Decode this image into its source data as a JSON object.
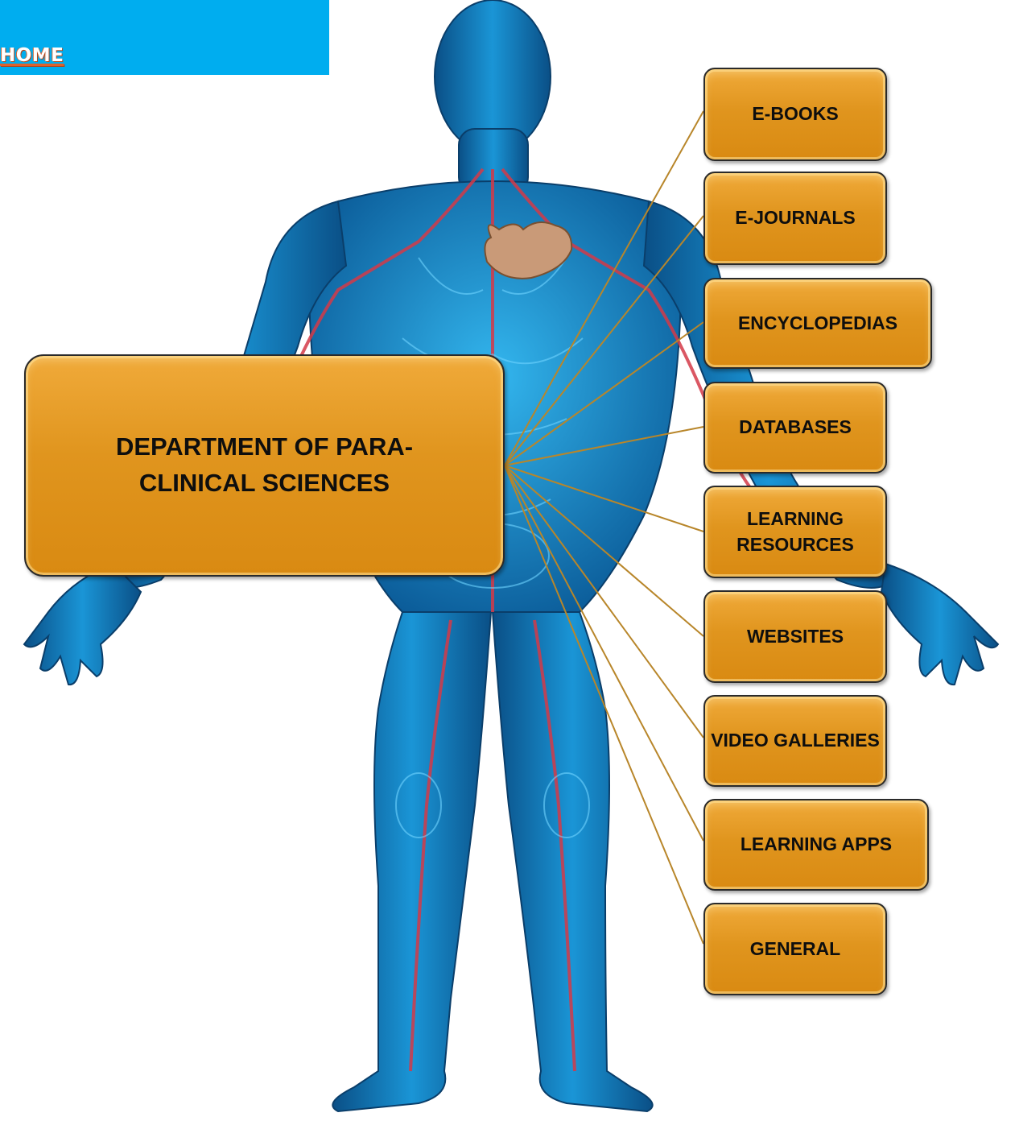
{
  "header": {
    "home_label": "HOME"
  },
  "main_box": {
    "title": "DEPARTMENT OF PARA-CLINICAL SCIENCES"
  },
  "resources": [
    {
      "label": "E-BOOKS"
    },
    {
      "label": "E-JOURNALS"
    },
    {
      "label": "ENCYCLOPEDIAS"
    },
    {
      "label": "DATABASES"
    },
    {
      "label": "LEARNING RESOURCES"
    },
    {
      "label": "WEBSITES"
    },
    {
      "label": "VIDEO GALLERIES"
    },
    {
      "label": "LEARNING APPS"
    },
    {
      "label": "GENERAL"
    }
  ],
  "colors": {
    "banner": "#00adef",
    "box_fill": "#e0951e",
    "box_border": "#2a2a2a",
    "connector": "#b8862a",
    "figure_blue": "#0f77b8"
  }
}
